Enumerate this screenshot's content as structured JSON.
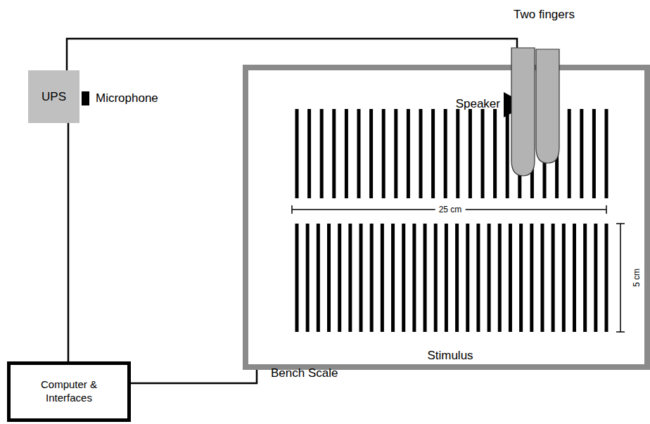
{
  "diagram": {
    "nodes": [
      {
        "text": [
          "UPS"
        ]
      },
      {
        "text": [
          "Computer & Interfaces"
        ]
      },
      {
        "text": [
          "Bench Scale"
        ]
      }
    ],
    "edges": [
      {
        "from": 0,
        "to": 1,
        "arrow": "none"
      },
      {
        "from": 1,
        "to": 2,
        "arrow": "none"
      }
    ],
    "labels": [
      "Two fingers",
      "Microphone",
      "Speaker",
      "25 cm",
      "5 cm",
      "Stimulus"
    ]
  }
}
